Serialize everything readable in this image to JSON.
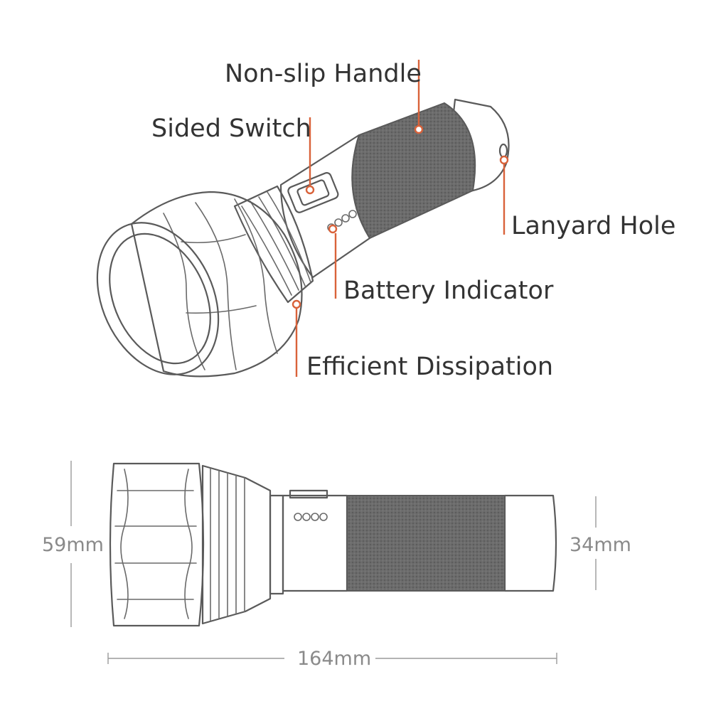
{
  "callouts": {
    "non_slip_handle": "Non-slip Handle",
    "sided_switch": "Sided Switch",
    "lanyard_hole": "Lanyard Hole",
    "battery_indicator": "Battery Indicator",
    "efficient_dissipation": "Efficient Dissipation"
  },
  "dimensions": {
    "head_diameter": "59mm",
    "tail_diameter": "34mm",
    "length": "164mm"
  },
  "colors": {
    "accent": "#d9623a",
    "grip": "#6b6b6b",
    "outline": "#5a5a5a"
  }
}
